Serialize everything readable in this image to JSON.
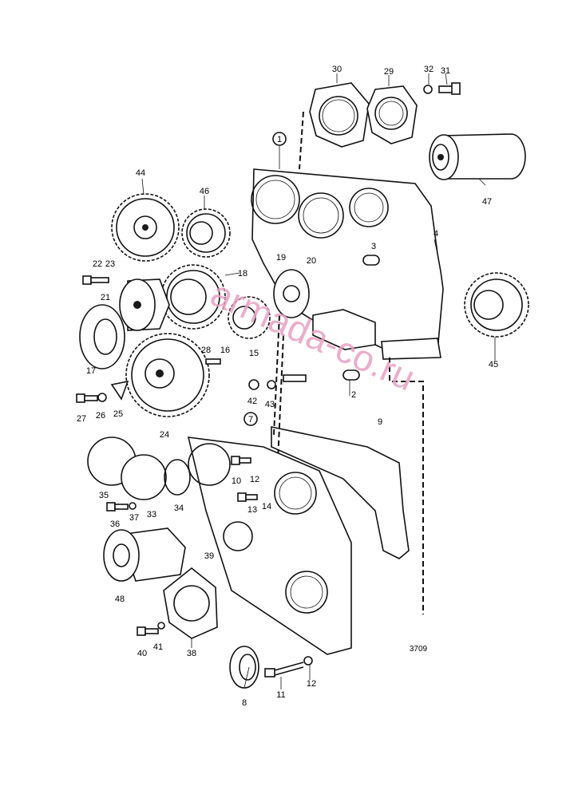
{
  "labels": {
    "p1": "1",
    "p2": "2",
    "p3": "3",
    "p4": "4",
    "p7": "7",
    "p8": "8",
    "p9": "9",
    "p10": "10",
    "p11": "11",
    "p12a": "12",
    "p12b": "12",
    "p13": "13",
    "p14": "14",
    "p15": "15",
    "p16": "16",
    "p17": "17",
    "p18": "18",
    "p19": "19",
    "p20": "20",
    "p21": "21",
    "p22": "22",
    "p23": "23",
    "p24": "24",
    "p25": "25",
    "p26": "26",
    "p27": "27",
    "p28": "28",
    "p29": "29",
    "p30": "30",
    "p31": "31",
    "p32": "32",
    "p33": "33",
    "p34": "34",
    "p35": "35",
    "p36": "36",
    "p37": "37",
    "p38": "38",
    "p39": "39",
    "p40": "40",
    "p41": "41",
    "p42": "42",
    "p43": "43",
    "p44": "44",
    "p45": "45",
    "p46": "46",
    "p47": "47",
    "p48": "48"
  },
  "reference_number": "3709",
  "watermark": "armada-co.ru"
}
